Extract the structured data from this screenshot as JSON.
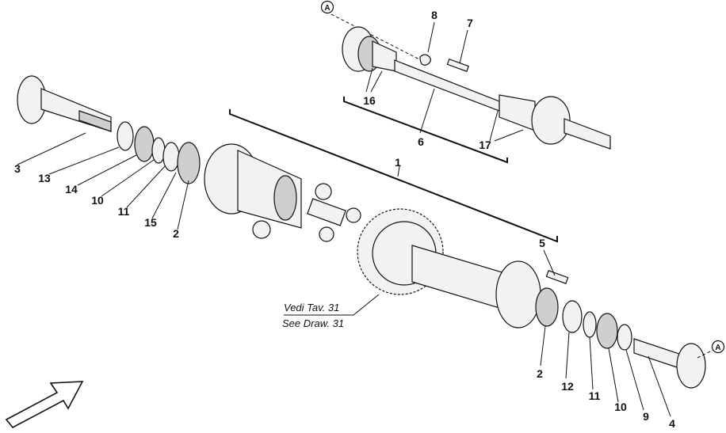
{
  "callouts": {
    "c1": "1",
    "c2a": "2",
    "c2b": "2",
    "c3": "3",
    "c4": "4",
    "c5": "5",
    "c6": "6",
    "c7": "7",
    "c8": "8",
    "c9": "9",
    "c10a": "10",
    "c10b": "10",
    "c11a": "11",
    "c11b": "11",
    "c12": "12",
    "c13": "13",
    "c14": "14",
    "c15": "15",
    "c16": "16",
    "c17": "17"
  },
  "markers": {
    "top": "A",
    "right": "A"
  },
  "note": {
    "line1": "Vedi Tav. 31",
    "line2": "See Draw. 31"
  },
  "colors": {
    "ink": "#111111",
    "paper": "#ffffff",
    "fill": "#f2f2f2",
    "shade": "#cfcfcf"
  }
}
